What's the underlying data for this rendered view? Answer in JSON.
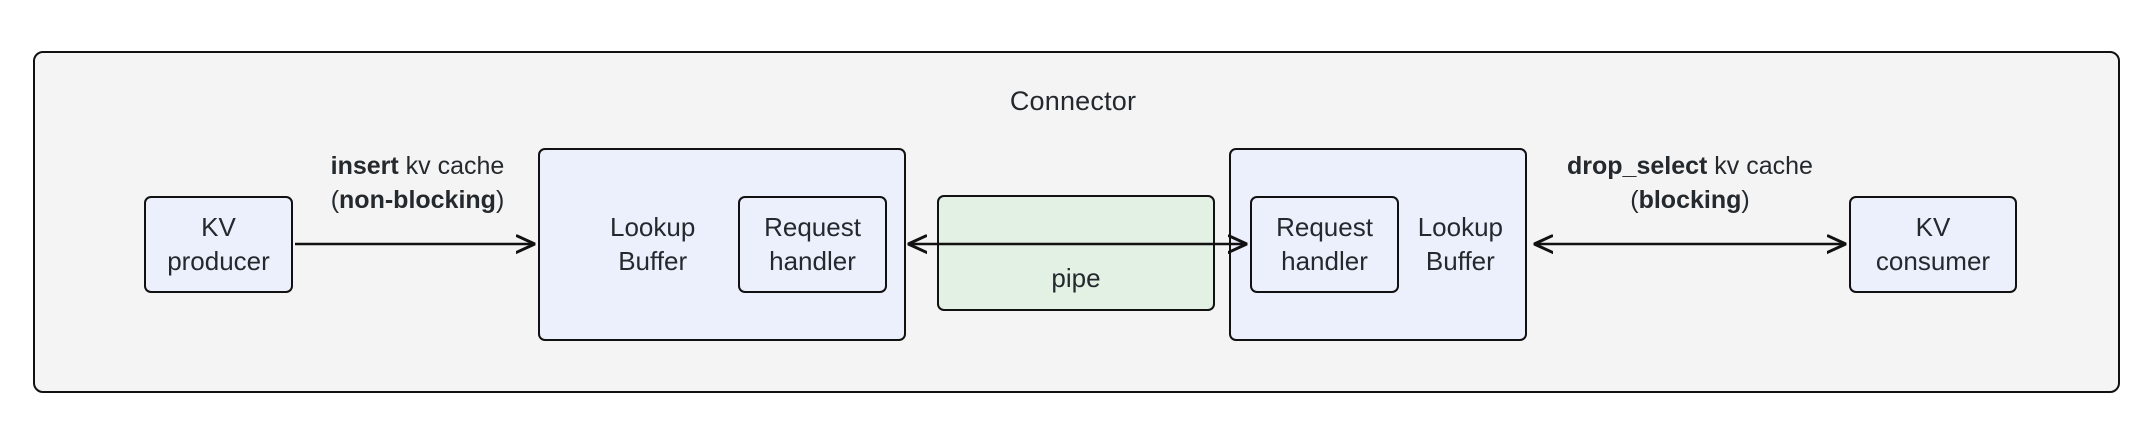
{
  "diagram": {
    "title": "Connector",
    "nodes": {
      "kv_producer": {
        "label": "KV\nproducer"
      },
      "lookup_buffer_left": {
        "label": "Lookup\nBuffer"
      },
      "request_handler_left": {
        "label": "Request\nhandler"
      },
      "pipe": {
        "label": "pipe"
      },
      "lookup_buffer_right": {
        "label": "Lookup\nBuffer"
      },
      "request_handler_right": {
        "label": "Request\nhandler"
      },
      "kv_consumer": {
        "label": "KV\nconsumer"
      }
    },
    "edges": {
      "insert": {
        "op": "insert",
        "rest": " kv cache",
        "mode_open": "(",
        "mode": "non-blocking",
        "mode_close": ")",
        "direction": "right"
      },
      "drop_select": {
        "op": "drop_select",
        "rest": " kv cache",
        "mode_open": "(",
        "mode": "blocking",
        "mode_close": ")",
        "direction": "bidirectional"
      }
    },
    "colors": {
      "container_fill": "#f4f4f4",
      "node_fill": "#ecf0fc",
      "pipe_fill": "#e3f0e4",
      "stroke": "#111111",
      "text": "#24292e"
    }
  }
}
